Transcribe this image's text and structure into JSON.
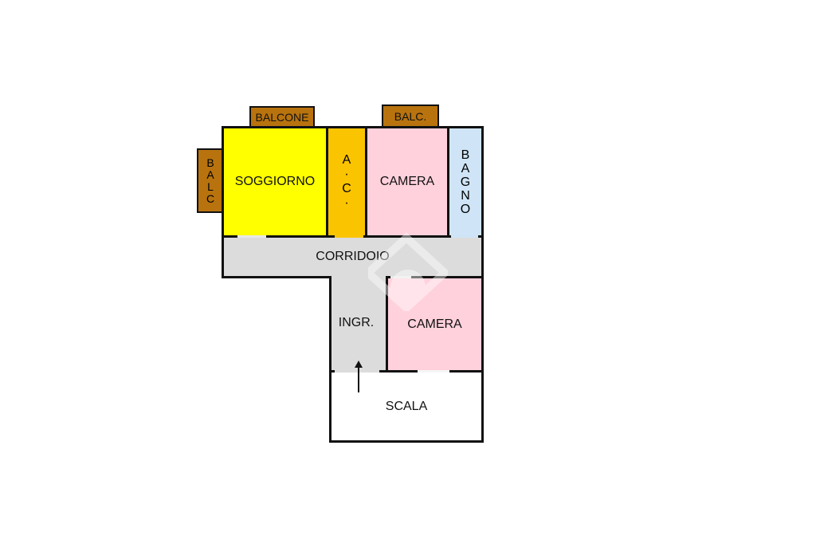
{
  "rooms": {
    "soggiorno": "SOGGIORNO",
    "ac_letters": [
      "A",
      "·",
      "C",
      "·"
    ],
    "camera_top": "CAMERA",
    "bagno_letters": [
      "B",
      "A",
      "G",
      "N",
      "O"
    ],
    "corridoio": "CORRIDOIO",
    "ingr": "INGR.",
    "camera_bottom": "CAMERA",
    "scala": "SCALA"
  },
  "balconies": {
    "top_left": "BALCONE",
    "top_right": "BALC.",
    "left_letters": [
      "B",
      "A",
      "L",
      "C"
    ]
  },
  "colors": {
    "soggiorno": "#ffff00",
    "ac": "#fbc400",
    "camera": "#ffd1dc",
    "bagno": "#cfe5f7",
    "corridor": "#dcdcdc",
    "balcony": "#b8730e"
  },
  "icons": {
    "entrance": "up-arrow-icon",
    "watermark": "house-logo-watermark"
  }
}
